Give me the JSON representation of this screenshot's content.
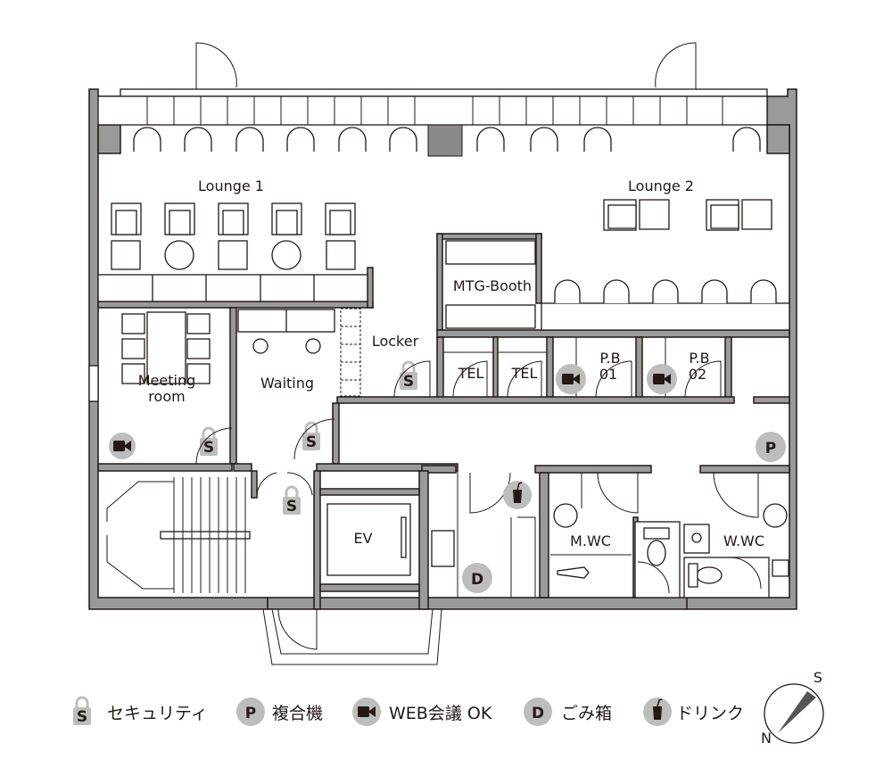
{
  "rooms": {
    "lounge1": "Lounge 1",
    "lounge2": "Lounge 2",
    "mtg_booth": "MTG-Booth",
    "locker": "Locker",
    "meeting_room_line1": "Meeting",
    "meeting_room_line2": "room",
    "waiting": "Waiting",
    "tel1": "TEL",
    "tel2": "TEL",
    "pb01_line1": "P.B",
    "pb01_line2": "01",
    "pb02_line1": "P.B",
    "pb02_line2": "02",
    "ev": "EV",
    "mwc": "M.WC",
    "wwc": "W.WC"
  },
  "badges": {
    "security": "S",
    "printer": "P",
    "trash": "D"
  },
  "legend": [
    {
      "icon": "lock-s-icon",
      "label": "セキュリティ"
    },
    {
      "icon": "printer-p-icon",
      "label": "複合機"
    },
    {
      "icon": "video-camera-icon",
      "label": "WEB会議 OK"
    },
    {
      "icon": "trash-d-icon",
      "label": "ごみ箱"
    },
    {
      "icon": "drink-cup-icon",
      "label": "ドリンク"
    }
  ],
  "compass": {
    "north": "N",
    "south": "S"
  },
  "colors": {
    "wall": "#9a9a9a",
    "badge": "#bdbdbd",
    "ink": "#231815"
  }
}
